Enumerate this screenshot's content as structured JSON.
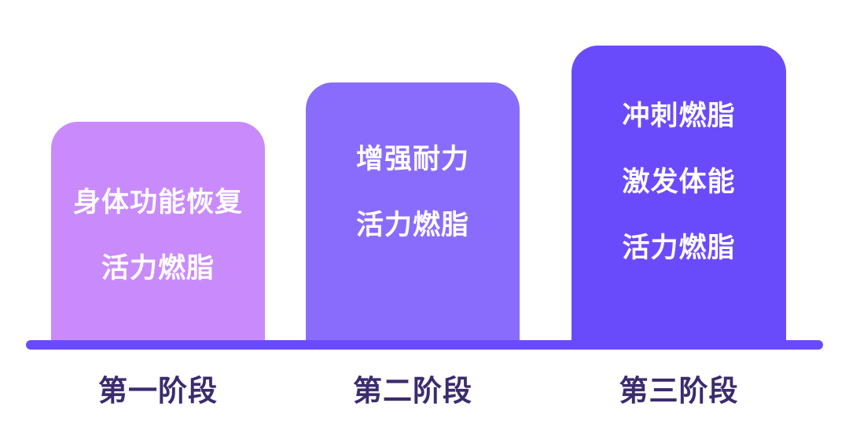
{
  "colors": {
    "stage1": "#C98BFB",
    "stage2": "#8A6CFC",
    "stage3": "#6A4BFC",
    "baseline": "#6A4BFC",
    "label_text": "#3B2B6E",
    "block_text": "#FFFFFF"
  },
  "stages": [
    {
      "label": "第一阶段",
      "lines": [
        "身体功能恢复",
        "活力燃脂"
      ]
    },
    {
      "label": "第二阶段",
      "lines": [
        "增强耐力",
        "活力燃脂"
      ]
    },
    {
      "label": "第三阶段",
      "lines": [
        "冲刺燃脂",
        "激发体能",
        "活力燃脂"
      ]
    }
  ]
}
